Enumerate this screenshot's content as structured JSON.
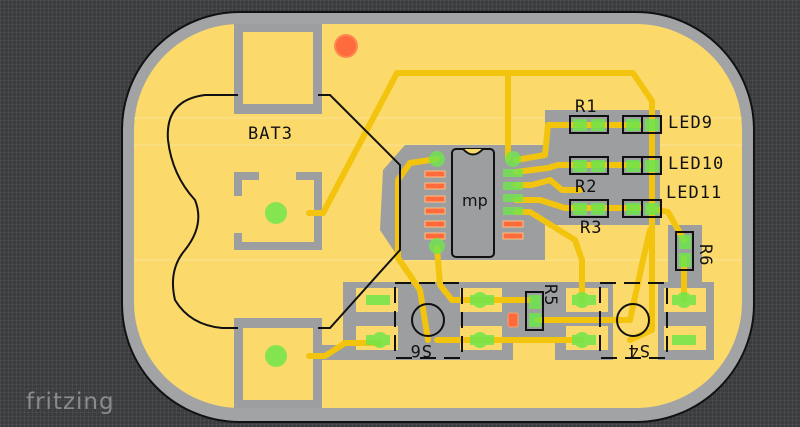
{
  "app": {
    "logo_text": "fritzing"
  },
  "board": {
    "colors": {
      "background": "#3b3c3e",
      "board_fill": "#fcd96b",
      "board_edge": "#a2a3a5",
      "keepout": "#9d9ea0",
      "trace": "#f2c40e",
      "pad_connected": "#6ee64c",
      "pad_unconnected": "#ff6b3d",
      "silkscreen": "#111111"
    },
    "labels": {
      "battery": "BAT3",
      "chip": "mp",
      "r1": "R1",
      "r2": "R2",
      "r3": "R3",
      "r5": "R5",
      "r6": "R6",
      "led9": "LED9",
      "led10": "LED10",
      "led11": "LED11",
      "s6": "S6",
      "s4": "S4"
    }
  }
}
